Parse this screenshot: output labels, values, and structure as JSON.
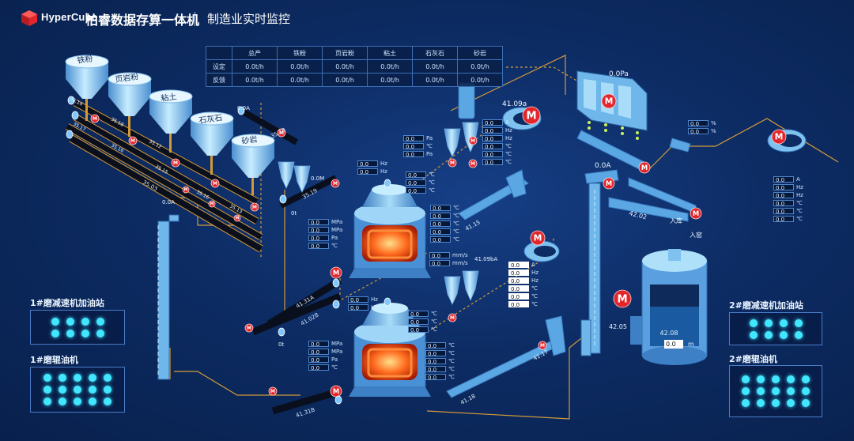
{
  "header": {
    "brand": "HyperCube",
    "company": "柏睿数据存算一体机",
    "subtitle": "制造业实时监控"
  },
  "production_table": {
    "columns": [
      "总产",
      "铁粉",
      "页岩粉",
      "粘土",
      "石灰石",
      "砂岩"
    ],
    "rows": [
      {
        "label": "设定",
        "values": [
          "0.0t/h",
          "0.0t/h",
          "0.0t/h",
          "0.0t/h",
          "0.0t/h",
          "0.0t/h"
        ]
      },
      {
        "label": "反馈",
        "values": [
          "0.0t/h",
          "0.0t/h",
          "0.0t/h",
          "0.0t/h",
          "0.0t/h",
          "0.0t/h"
        ]
      }
    ]
  },
  "hoppers": [
    "铁粉",
    "页岩粉",
    "粘土",
    "石灰石",
    "砂岩"
  ],
  "belt_labels": [
    "35.14",
    "35.17",
    "35.18",
    "35.16",
    "35.12",
    "35.15",
    "35.16",
    "35.13",
    "35.18",
    "35.03",
    "35.03",
    "35.19",
    "35.19",
    "35.19"
  ],
  "readings": {
    "a_top": "0.0A",
    "m_top": "0.0M",
    "a_left": "0.0A",
    "a_right": "0.0A",
    "pressure_top": "0.0Pa",
    "zero_t_1": "0t",
    "zero_t_2": "0t",
    "belt_41_31a": "41.31A",
    "belt_41_02b": "41.02B",
    "belt_41_31b": "41.31B",
    "belt_41_15": "41.15",
    "belt_41_17": "41.17",
    "belt_41_18": "41.18",
    "fan_41_09a": "41.09a",
    "fan_41_09ba": "41.09bA",
    "belt_42_02": "42.02",
    "mill_42_05": "42.05",
    "tank_level": "42.08",
    "tank_value": "0.0",
    "tank_unit": "m",
    "inlet_a": "入库",
    "inlet_b": "入窑"
  },
  "value_boxes": {
    "hz_top": [
      {
        "v": "0.0",
        "u": "Hz"
      },
      {
        "v": "0.0",
        "u": "Hz"
      }
    ],
    "pa_top": [
      {
        "v": "0.0",
        "u": "Pa"
      },
      {
        "v": "0.0",
        "u": "℃"
      },
      {
        "v": "0.0",
        "u": "Pa"
      }
    ],
    "c_top": [
      {
        "v": "0.0",
        "u": "℃"
      },
      {
        "v": "0.0",
        "u": "℃"
      },
      {
        "v": "0.0",
        "u": "℃"
      }
    ],
    "mill1_left": [
      {
        "v": "0.0",
        "u": "MPa"
      },
      {
        "v": "0.0",
        "u": "MPa"
      },
      {
        "v": "0.0",
        "u": "Pa"
      },
      {
        "v": "0.0",
        "u": "℃"
      }
    ],
    "mill1_right": [
      {
        "v": "0.0",
        "u": "℃"
      },
      {
        "v": "0.0",
        "u": "℃"
      },
      {
        "v": "0.0",
        "u": "℃"
      },
      {
        "v": "0.0",
        "u": "℃"
      },
      {
        "v": "0.0",
        "u": "℃"
      }
    ],
    "mill1_mms": [
      {
        "v": "0.0",
        "u": "mm/s"
      },
      {
        "v": "0.0",
        "u": "mm/s"
      }
    ],
    "fan1": [
      {
        "v": "0.0",
        "u": "A"
      },
      {
        "v": "0.0",
        "u": "Hz"
      },
      {
        "v": "0.0",
        "u": "Hz"
      },
      {
        "v": "0.0",
        "u": "℃"
      },
      {
        "v": "0.0",
        "u": "℃"
      },
      {
        "v": "0.0",
        "u": "℃"
      }
    ],
    "fan2": [
      {
        "v": "0.0",
        "u": "A"
      },
      {
        "v": "0.0",
        "u": "Hz"
      },
      {
        "v": "0.0",
        "u": "Hz"
      },
      {
        "v": "0.0",
        "u": "℃"
      },
      {
        "v": "0.0",
        "u": "℃"
      },
      {
        "v": "0.0",
        "u": "℃"
      }
    ],
    "hz_mid": [
      {
        "v": "0.0",
        "u": "Hz"
      },
      {
        "v": "0.0",
        "u": "Hz"
      }
    ],
    "c_mid": [
      {
        "v": "0.0",
        "u": "℃"
      },
      {
        "v": "0.0",
        "u": "℃"
      },
      {
        "v": "0.0",
        "u": "℃"
      }
    ],
    "mill2_left": [
      {
        "v": "0.0",
        "u": "MPa"
      },
      {
        "v": "0.0",
        "u": "MPa"
      },
      {
        "v": "0.0",
        "u": "Pa"
      },
      {
        "v": "0.0",
        "u": "℃"
      }
    ],
    "mill2_right": [
      {
        "v": "0.0",
        "u": "℃"
      },
      {
        "v": "0.0",
        "u": "℃"
      },
      {
        "v": "0.0",
        "u": "℃"
      },
      {
        "v": "0.0",
        "u": "℃"
      },
      {
        "v": "0.0",
        "u": "℃"
      }
    ],
    "percent": [
      {
        "v": "0.0",
        "u": "%"
      },
      {
        "v": "0.0",
        "u": "%"
      }
    ],
    "right_motor": [
      {
        "v": "0.0",
        "u": "A"
      },
      {
        "v": "0.0",
        "u": "Hz"
      },
      {
        "v": "0.0",
        "u": "Hz"
      },
      {
        "v": "0.0",
        "u": "℃"
      },
      {
        "v": "0.0",
        "u": "℃"
      },
      {
        "v": "0.0",
        "u": "℃"
      }
    ]
  },
  "motor_label": "M",
  "stations": [
    {
      "title": "1#磨减速机加油站",
      "dots": 8,
      "cols": 4
    },
    {
      "title": "1#磨辊油机",
      "dots": 15,
      "cols": 5
    },
    {
      "title": "2#磨减速机加油站",
      "dots": 8,
      "cols": 4
    },
    {
      "title": "2#磨辊油机",
      "dots": 15,
      "cols": 5
    }
  ],
  "colors": {
    "background": "#0d2c64",
    "indicator": "#41e7ff",
    "motor": "#e3262c",
    "equipment": "#6fb6ea",
    "flow_line": "#e0a03a"
  }
}
